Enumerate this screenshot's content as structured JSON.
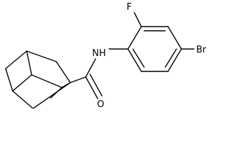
{
  "molecule": {
    "atoms": {
      "fluorine": "F",
      "nitrogen": "NH",
      "bromine": "Br",
      "oxygen": "O"
    }
  }
}
